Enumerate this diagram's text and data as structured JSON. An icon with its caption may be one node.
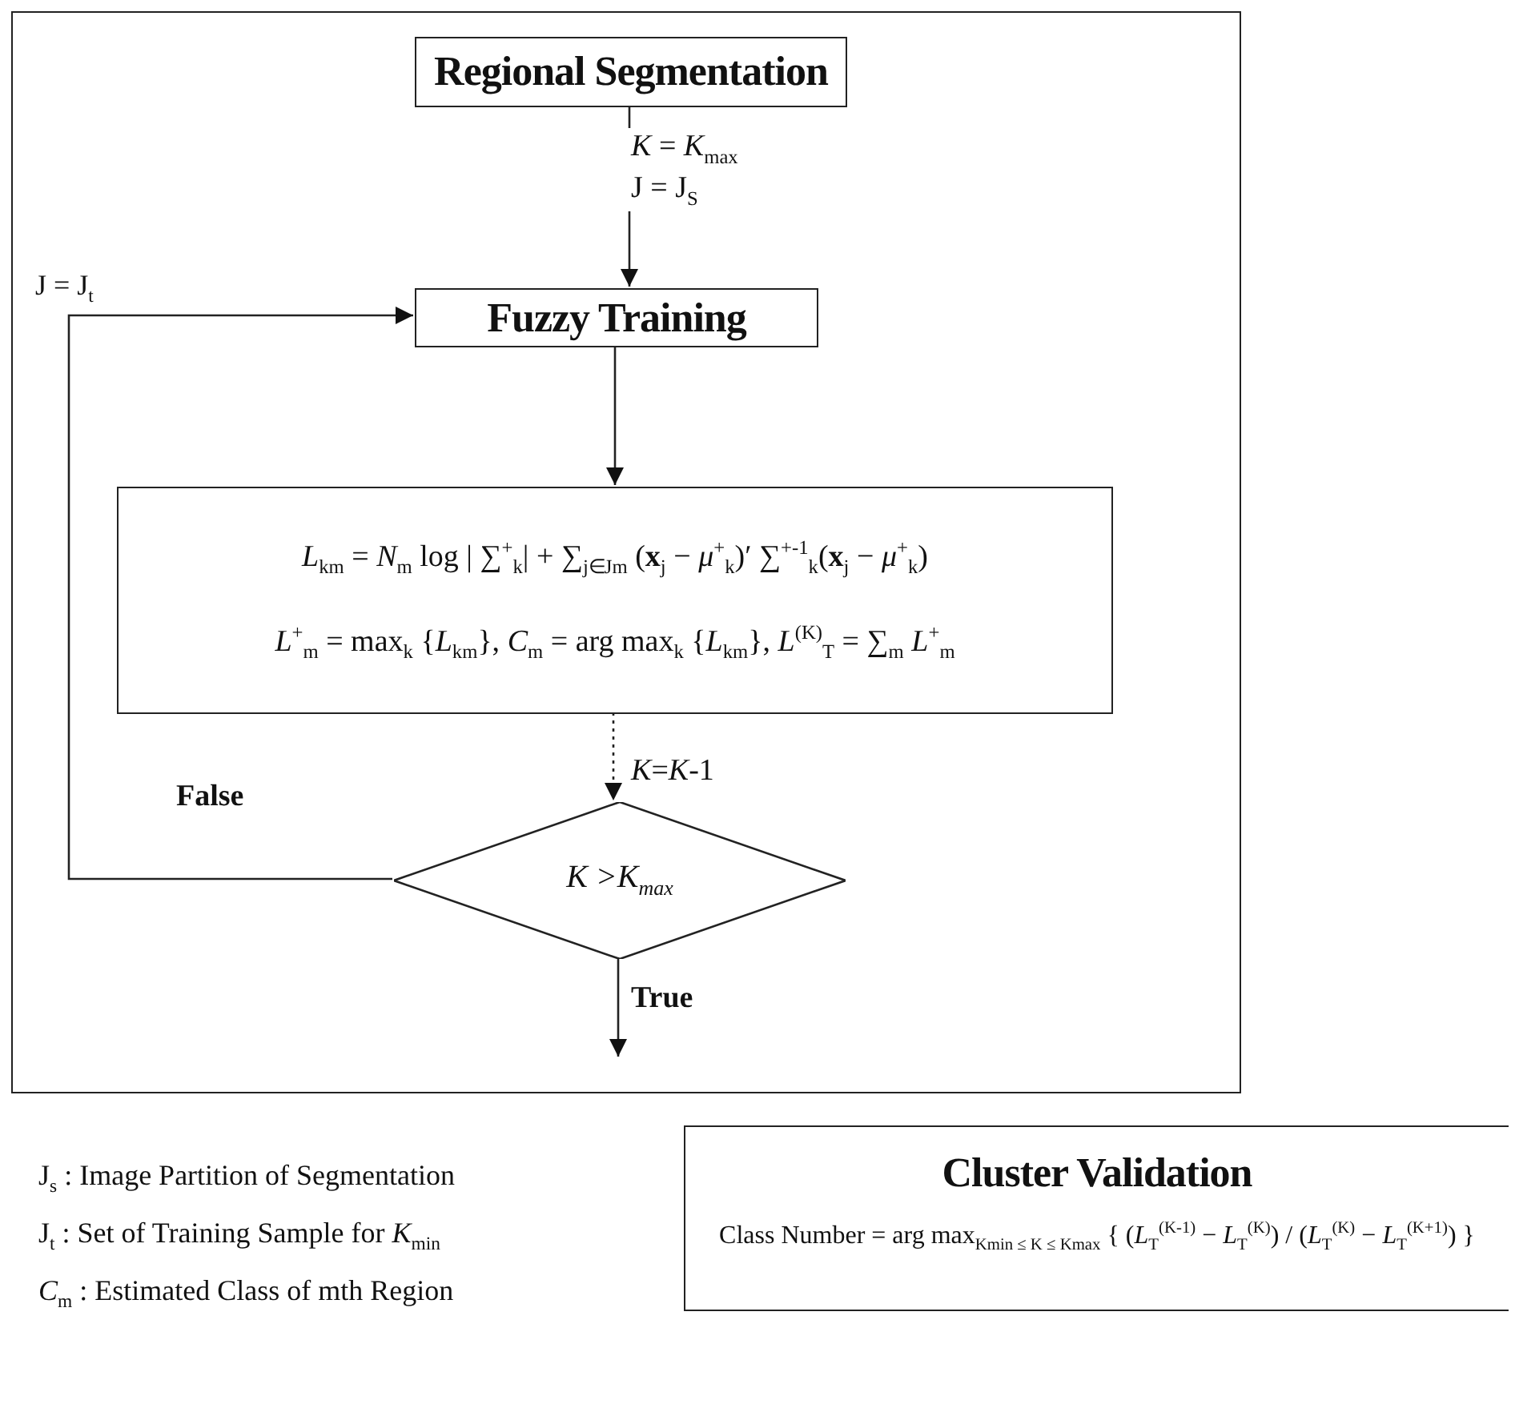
{
  "diagram": {
    "nodes": [
      {
        "text": [],
        "shape": "box"
      },
      {
        "text": [
          "Regional Segmentation"
        ],
        "in": 0
      },
      {
        "text": [
          "Fuzzy Training"
        ],
        "in": 0
      },
      {
        "text": [
          "*L*$_{km}$ = *N*$_{m}$ log | ∑$^{+}$$_{k}$| + ∑$_{j∈Jm}$ (**x**$_{j}$ − *μ*$^{+}$$_{k}$)′ ∑$^{+-1}$$_{k}$(**x**$_{j}$ − *μ*$^{+}$$_{k}$)",
          "*L*$^{+}$$_{m}$ = max$_{k}$ {*L*$_{km}$}, *C*$_{m}$ = arg max$_{k}$ {*L*$_{km}$}, *L*$^{(K)}$$_{T}$ = ∑$_{m}$ *L*$^{+}$$_{m}$"
        ],
        "in": 0
      },
      {
        "text": [
          "K >K$_{max}$"
        ],
        "in": 0
      },
      {
        "text": [
          "Cluster Validation",
          "Class Number = arg max$_{Kmin ≤ K ≤ Kmax}$ { (*L*$_{T}$$^{(K-1)}$ − *L*$_{T}$$^{(K)}$) / (*L*$_{T}$$^{(K)}$ − *L*$_{T}$$^{(K+1)}$) }"
        ]
      }
    ],
    "edges": [
      {
        "from": 1,
        "to": 2,
        "arrow": "to",
        "label": "*K* = *K*$_{max}$ J = J$_{S}$"
      },
      {
        "from": 2,
        "to": 3,
        "arrow": "to"
      },
      {
        "from": 3,
        "to": 4,
        "arrow": "to",
        "style": "dashed",
        "label": "*K*=*K*-1"
      },
      {
        "from": 4,
        "to": 2,
        "arrow": "to",
        "label": "False"
      },
      {
        "from": 4,
        "to": null,
        "arrow": "to",
        "label": "True"
      }
    ],
    "labels": [
      "J = J$_{t}$",
      "J$_{s}$ : Image Partition of Segmentation",
      "J$_{t}$ : Set of Training Sample for *K*$_{min}$",
      "*C*$_{m}$ : Estimated Class of mth Region"
    ]
  }
}
